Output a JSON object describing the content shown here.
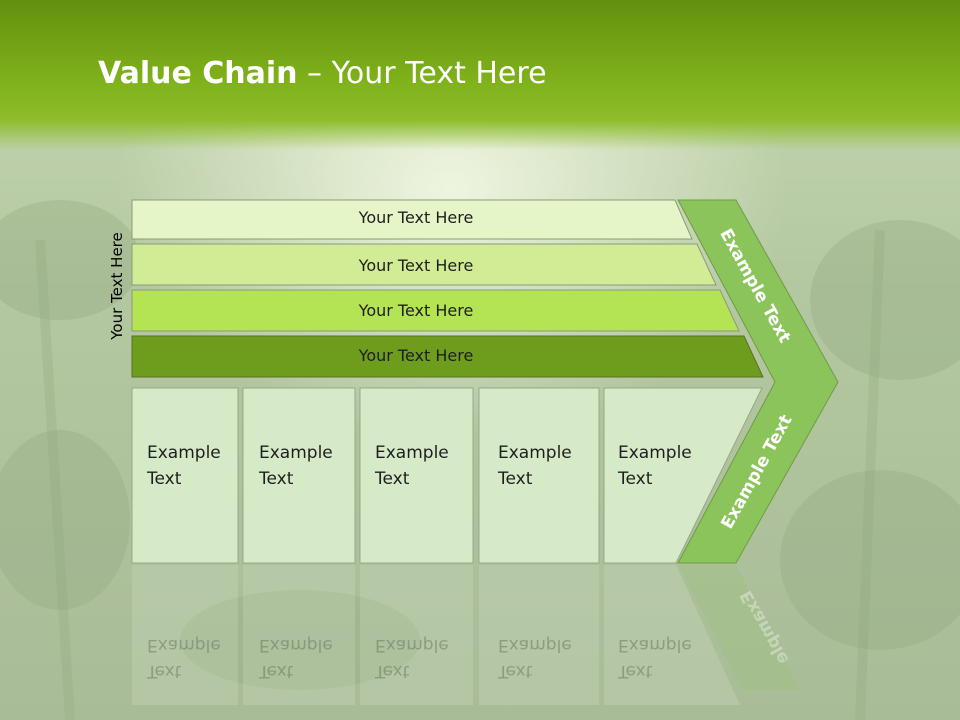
{
  "title": {
    "bold": "Value Chain",
    "rest": " – Your Text Here"
  },
  "side_label": "Your Text Here",
  "rows": [
    {
      "label": "Your Text Here"
    },
    {
      "label": "Your Text Here"
    },
    {
      "label": "Your Text Here"
    },
    {
      "label": "Your Text Here"
    }
  ],
  "boxes": [
    {
      "line1": "Example",
      "line2": "Text"
    },
    {
      "line1": "Example",
      "line2": "Text"
    },
    {
      "line1": "Example",
      "line2": "Text"
    },
    {
      "line1": "Example",
      "line2": "Text"
    },
    {
      "line1": "Example",
      "line2": "Text"
    }
  ],
  "arrow": {
    "upper": "Example Text",
    "lower": "Example Text"
  },
  "reflection": {
    "line1": "Example",
    "line2": "Text",
    "arrow": "Example"
  },
  "colors": {
    "header": "#7fb21b",
    "row1": "#e6f5c8",
    "row2": "#d2ec95",
    "row3": "#b4e454",
    "row4": "#6e9d1d",
    "box": "#d6eac7",
    "arrow": "#8cc45c"
  }
}
